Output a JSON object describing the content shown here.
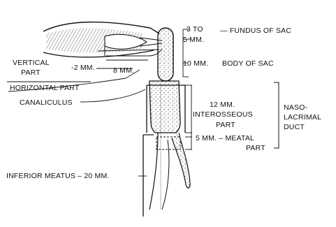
{
  "labels": {
    "three_to": "3 TO",
    "five_mm": "5 MM.",
    "fundus": "— FUNDUS OF SAC",
    "ten_mm": "10 MM.",
    "body_of_sac": "BODY OF SAC",
    "vertical": "VERTICAL",
    "part": "PART",
    "two_mm": "-2 MM.",
    "eight_mm": "8 MM.",
    "horizontal": "HORIZONTAL PART",
    "canaliculus": "CANALICULUS",
    "twelve_mm": "12 MM.",
    "interosseous": "INTEROSSEOUS",
    "interosseous_part": "PART",
    "naso": "NASO-",
    "lacrimal": "LACRIMAL",
    "duct": "DUCT",
    "meatal_mm": "5 MM. – MEATAL",
    "meatal_part": "PART",
    "inferior_meatus": "INFERIOR MEATUS – 20 MM."
  },
  "colors": {
    "ink": "#111111",
    "paper": "#ffffff",
    "stipple": "#555555"
  }
}
